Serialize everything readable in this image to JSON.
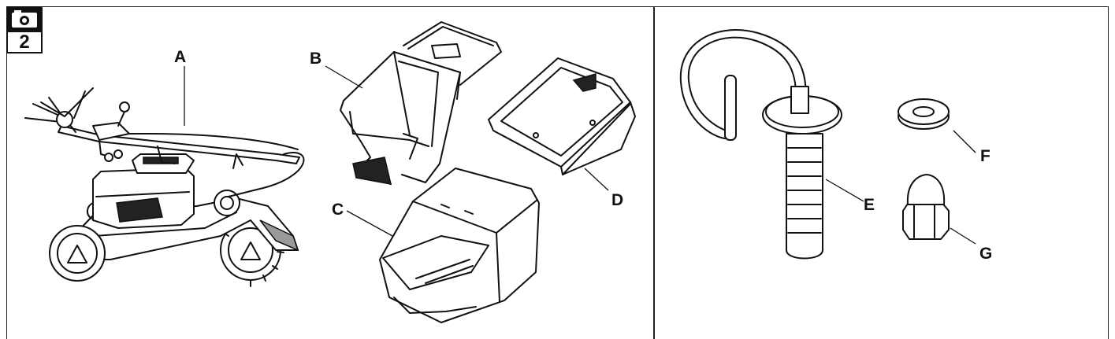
{
  "figure": {
    "step_number": "2",
    "labels": {
      "a": "A",
      "b": "B",
      "c": "C",
      "d": "D",
      "e": "E",
      "f": "F",
      "g": "G"
    }
  },
  "icons": {
    "badge": "camera-icon"
  }
}
